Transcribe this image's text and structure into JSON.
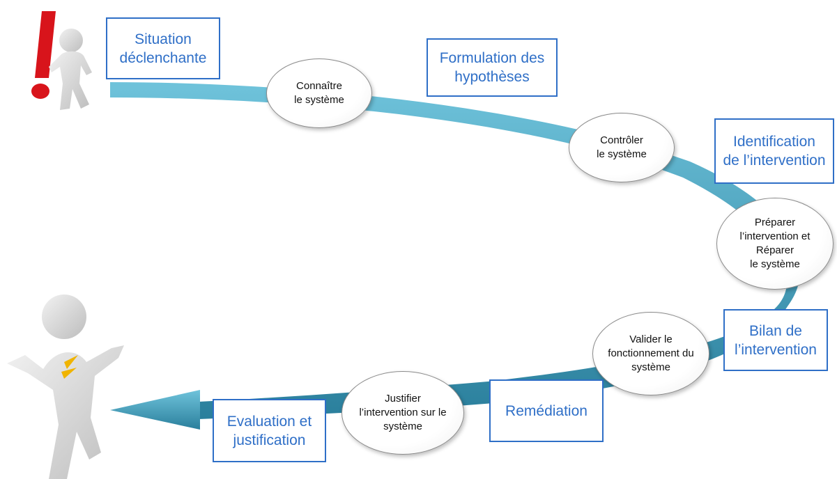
{
  "colors": {
    "arrow": "#3a9ab7",
    "box_border": "#2f6fc7",
    "box_text": "#2f6fc7",
    "exclamation": "#d8141b",
    "figure": "#d9d9d9"
  },
  "icons": {
    "start": "person-with-exclamation-icon",
    "end": "cheering-person-icon"
  },
  "phases": [
    {
      "label": "Situation\ndéclenchante"
    },
    {
      "label": "Formulation des\nhypothèses"
    },
    {
      "label": "Identification\nde l’intervention"
    },
    {
      "label": "Bilan de\nl’intervention"
    },
    {
      "label": "Remédiation"
    },
    {
      "label": "Evaluation et\njustification"
    }
  ],
  "steps": [
    {
      "label": "Connaître\nle système"
    },
    {
      "label": "Contrôler\nle système"
    },
    {
      "label": "Préparer\nl’intervention  et\nRéparer\nle système"
    },
    {
      "label": "Valider le\nfonctionnement du\nsystème"
    },
    {
      "label": "Justifier\nl’intervention sur le\nsystème"
    }
  ]
}
